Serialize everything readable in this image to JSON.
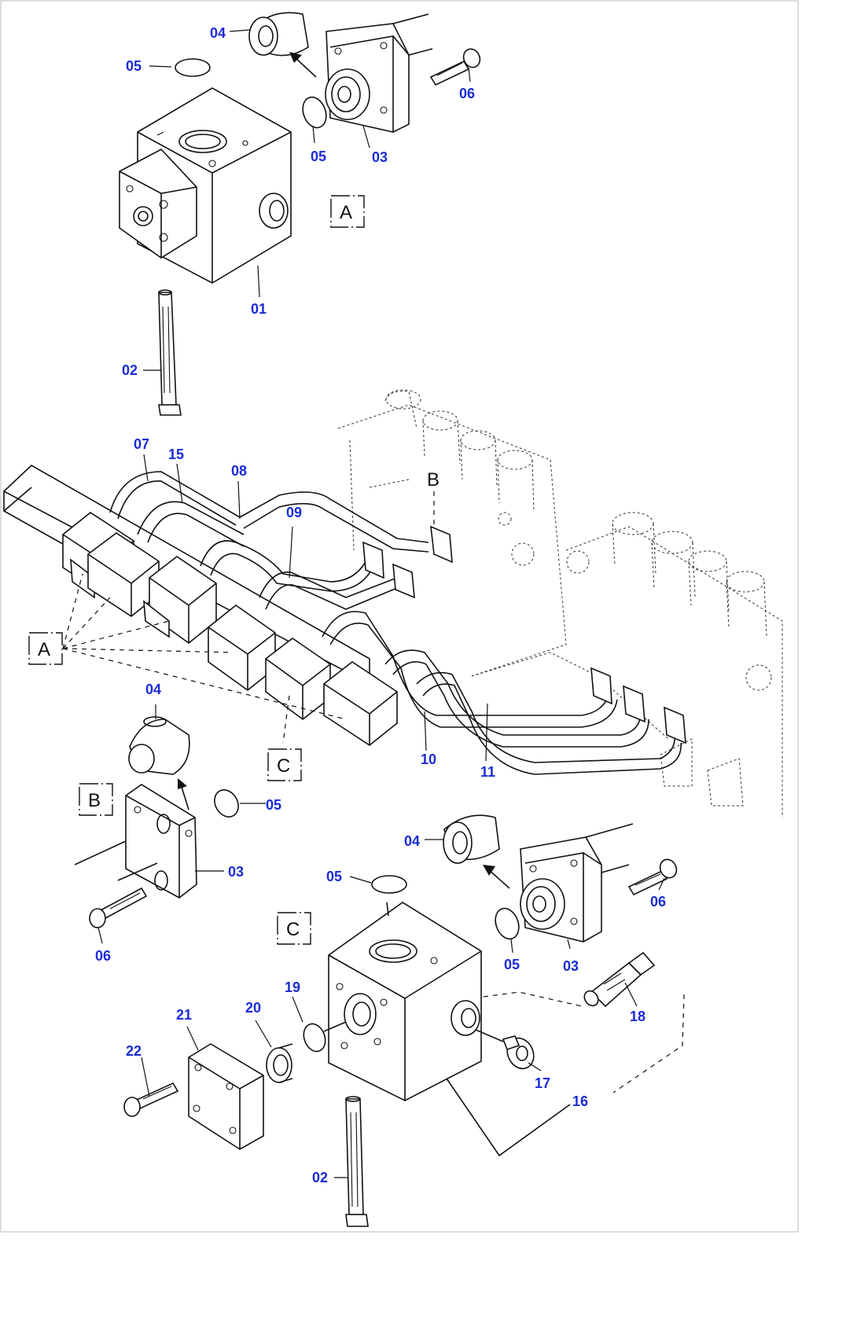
{
  "callouts": {
    "c01": "01",
    "c02_top": "02",
    "c02_bottom": "02",
    "c03_top": "03",
    "c03_mid": "03",
    "c03_bottom": "03",
    "c04_top": "04",
    "c04_mid": "04",
    "c04_bottom": "04",
    "c05_top_left": "05",
    "c05_top_right": "05",
    "c05_mid": "05",
    "c05_bottom_left": "05",
    "c05_bottom_right": "05",
    "c06_top": "06",
    "c06_mid": "06",
    "c06_bottom": "06",
    "c07": "07",
    "c08": "08",
    "c09": "09",
    "c10": "10",
    "c11": "11",
    "c15": "15",
    "c16": "16",
    "c17": "17",
    "c18": "18",
    "c19": "19",
    "c20": "20",
    "c21": "21",
    "c22": "22"
  },
  "zones": {
    "a_detail": "A",
    "a_pointer": "A",
    "b_pointer": "B",
    "b_detail": "B",
    "c_pointer": "C",
    "c_detail": "C"
  },
  "colors": {
    "callout": "#1a2bd6",
    "line": "#111111",
    "background": "#ffffff"
  }
}
